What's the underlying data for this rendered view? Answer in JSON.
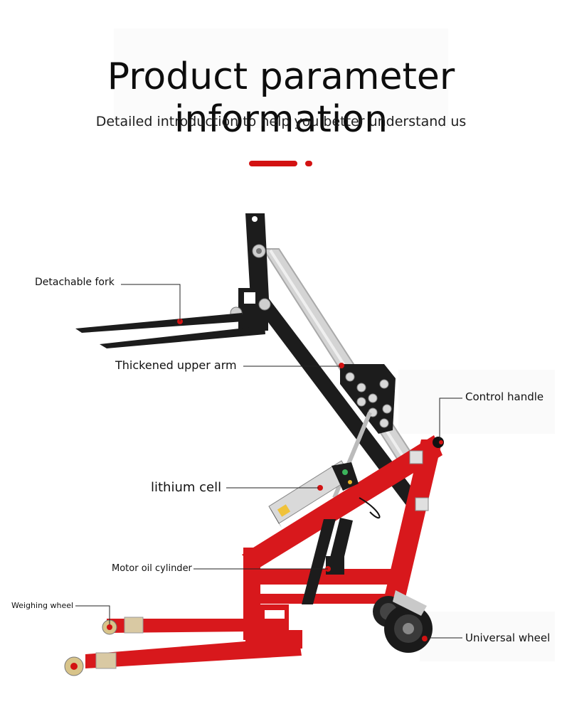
{
  "header": {
    "title": "Product parameter information",
    "subtitle": "Detailed introduction to help you better understand us"
  },
  "colors": {
    "accent": "#d31212",
    "frame_red": "#d8181c",
    "frame_black": "#1c1c1c",
    "rail_silver": "#cfcfcf",
    "callout_line": "#222222"
  },
  "callouts": {
    "detachable_fork": "Detachable fork",
    "thickened_upper_arm": "Thickened upper arm",
    "control_handle": "Control handle",
    "lithium_cell": "lithium cell",
    "motor_oil_cylinder": "Motor oil cylinder",
    "weighing_wheel": "Weighing wheel",
    "universal_wheel": "Universal wheel"
  }
}
